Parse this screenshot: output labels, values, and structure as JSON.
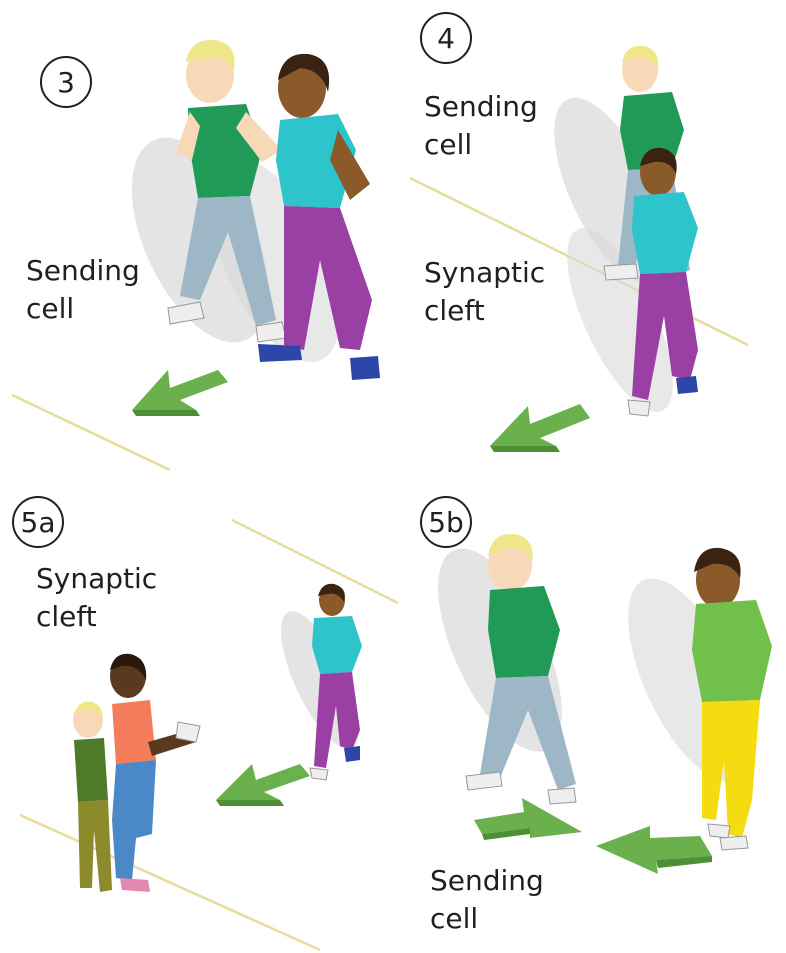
{
  "panels": [
    {
      "step": "3",
      "labels": [
        {
          "text": "Sending\ncell"
        }
      ]
    },
    {
      "step": "4",
      "labels": [
        {
          "text": "Sending\ncell"
        },
        {
          "text": "Synaptic\ncleft"
        }
      ]
    },
    {
      "step": "5a",
      "labels": [
        {
          "text": "Synaptic\ncleft"
        }
      ]
    },
    {
      "step": "5b",
      "labels": [
        {
          "text": "Sending\ncell"
        }
      ]
    }
  ],
  "colors": {
    "arrow": "#6ab04c",
    "arrow_dark": "#4e8f36",
    "boundary_line": "#e8dc9b",
    "shadow": "#d9d9d9",
    "badge_stroke": "#231f20"
  }
}
